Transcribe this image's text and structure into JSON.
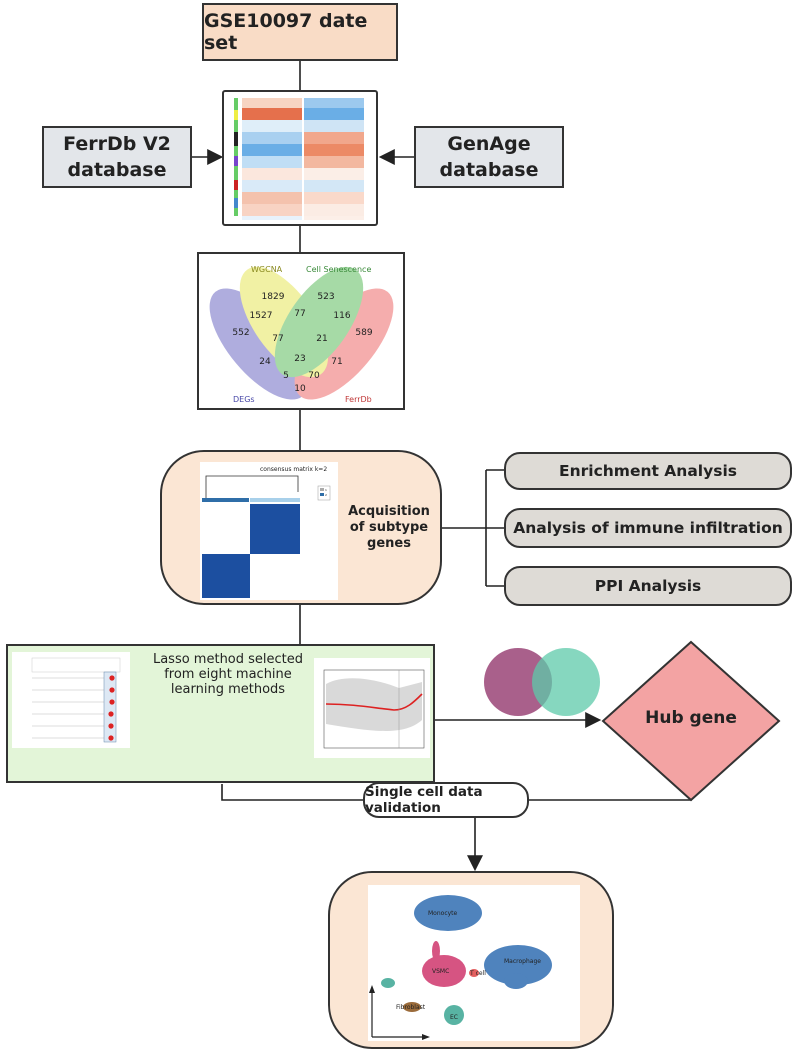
{
  "top_box": {
    "label": "GSE10097 date set"
  },
  "left_db": {
    "line1": "FerrDb V2",
    "line2": "database"
  },
  "right_db": {
    "line1": "GenAge",
    "line2": "database"
  },
  "venn": {
    "sets": [
      "WGCNA",
      "Cell Senescence",
      "DEGs",
      "FerrDb"
    ],
    "counts": [
      "1829",
      "523",
      "552",
      "589",
      "1527",
      "77",
      "116",
      "77",
      "21",
      "24",
      "23",
      "71",
      "5",
      "70",
      "10"
    ]
  },
  "consensus": {
    "title": "consensus matrix k=2",
    "legend": [
      "1",
      "2"
    ]
  },
  "subtype": {
    "line1": "Acquisition",
    "line2": "of subtype",
    "line3": "genes"
  },
  "analyses": [
    "Enrichment Analysis",
    "Analysis of immune infiltration",
    "PPI Analysis"
  ],
  "ml": {
    "line1": "Lasso method selected",
    "line2": "from eight machine",
    "line3": "learning methods"
  },
  "hub": {
    "label": "Hub gene"
  },
  "single_cell": {
    "label": "Single cell data validation"
  },
  "umap": {
    "clusters": [
      "Monocyte",
      "Macrophage",
      "VSMC",
      "T cell",
      "Fibroblast",
      "EC"
    ]
  },
  "colors": {
    "top_box": "#f9dcc6",
    "db_box": "#e3e6ea",
    "pill": "#fbe6d4",
    "analysis": "#dedbd6",
    "green_panel": "#e3f5d8",
    "hub": "#f3a3a3"
  }
}
